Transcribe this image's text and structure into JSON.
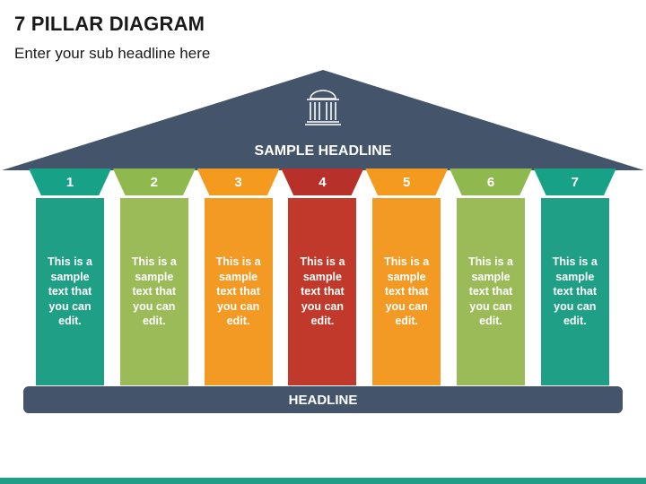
{
  "title": "7 PILLAR DIAGRAM",
  "subtitle": "Enter your sub headline here",
  "roof": {
    "headline": "SAMPLE HEADLINE",
    "icon": "temple-icon",
    "color": "#44546a"
  },
  "pillars": [
    {
      "number": "1",
      "text": "This is a sample text that you can edit.",
      "cap_color": "#17a287",
      "shaft_color": "#1fa086"
    },
    {
      "number": "2",
      "text": "This is a sample text that you can edit.",
      "cap_color": "#8fb84f",
      "shaft_color": "#9bbb59"
    },
    {
      "number": "3",
      "text": "This is a sample text that you can edit.",
      "cap_color": "#f49a1e",
      "shaft_color": "#f39a24"
    },
    {
      "number": "4",
      "text": "This is a sample text that you can edit.",
      "cap_color": "#b8302a",
      "shaft_color": "#c0392b"
    },
    {
      "number": "5",
      "text": "This is a sample text that you can edit.",
      "cap_color": "#f49a1e",
      "shaft_color": "#f39a24"
    },
    {
      "number": "6",
      "text": "This is a sample text that you can edit.",
      "cap_color": "#8fb84f",
      "shaft_color": "#9bbb59"
    },
    {
      "number": "7",
      "text": "This is a sample text that you can edit.",
      "cap_color": "#17a287",
      "shaft_color": "#1fa086"
    }
  ],
  "base": {
    "headline": "HEADLINE"
  },
  "footer_color": "#1fa086"
}
